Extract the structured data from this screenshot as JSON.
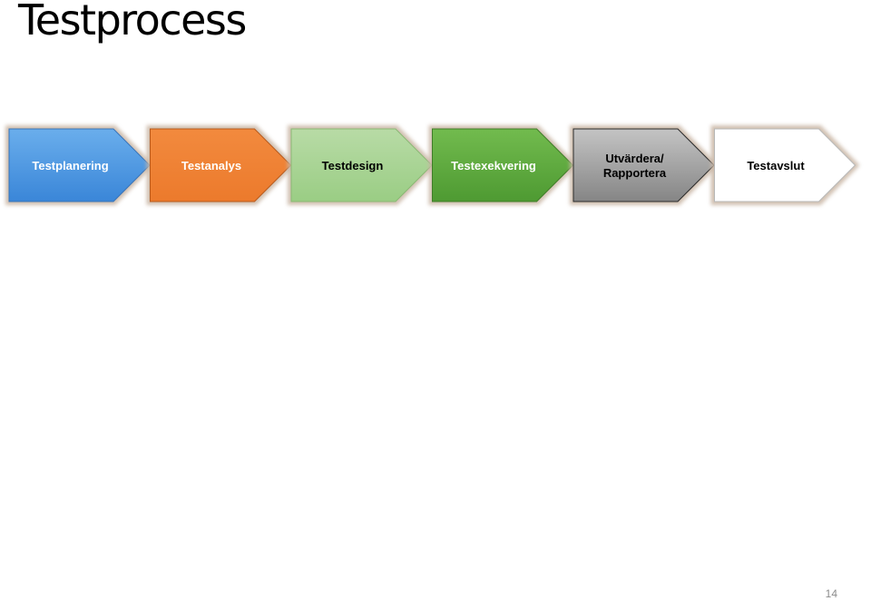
{
  "slide": {
    "title": "Testprocess",
    "page_number": "14"
  },
  "process_steps": [
    {
      "id": "testplanering",
      "lines": [
        "Testplanering"
      ],
      "fill_top": "#6aaeec",
      "fill_bottom": "#3a86d8",
      "stroke": "#3a74b8",
      "text_color": "#ffffff"
    },
    {
      "id": "testanalys",
      "lines": [
        "Testanalys"
      ],
      "fill_top": "#f28a3e",
      "fill_bottom": "#ec7a2c",
      "stroke": "#b85a1c",
      "text_color": "#ffffff"
    },
    {
      "id": "testdesign",
      "lines": [
        "Testdesign"
      ],
      "fill_top": "#b8dba6",
      "fill_bottom": "#9acd84",
      "stroke": "#8ab874",
      "text_color": "#000000"
    },
    {
      "id": "testexekvering",
      "lines": [
        "Testexekvering"
      ],
      "fill_top": "#72bb4e",
      "fill_bottom": "#4e9a32",
      "stroke": "#3f7d28",
      "text_color": "#ffffff"
    },
    {
      "id": "utvardera-rapportera",
      "lines": [
        "Utvärdera/",
        "Rapportera"
      ],
      "fill_top": "#c4c4c4",
      "fill_bottom": "#858585",
      "stroke": "#2b2b2b",
      "text_color": "#000000"
    },
    {
      "id": "testavslut",
      "lines": [
        "Testavslut"
      ],
      "fill_top": "#ffffff",
      "fill_bottom": "#ffffff",
      "stroke": "#b8b8b8",
      "text_color": "#000000"
    }
  ]
}
